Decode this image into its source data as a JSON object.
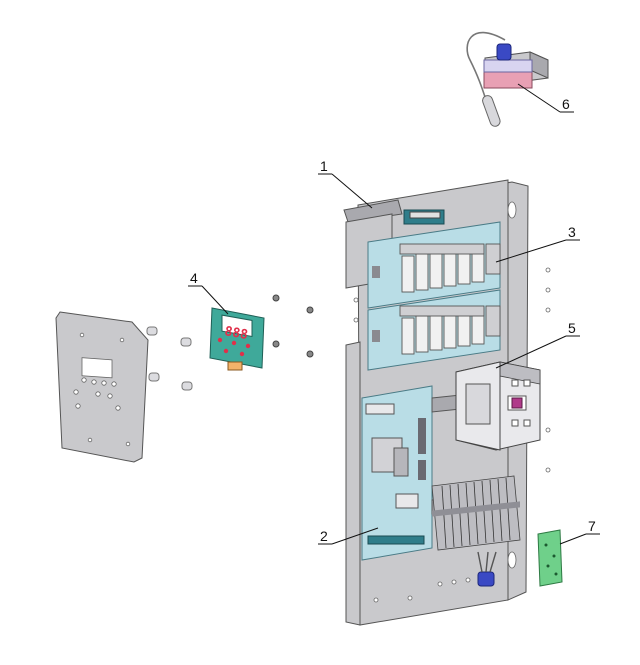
{
  "callouts": [
    {
      "id": "1",
      "label": "1"
    },
    {
      "id": "2",
      "label": "2"
    },
    {
      "id": "3",
      "label": "3"
    },
    {
      "id": "4",
      "label": "4"
    },
    {
      "id": "5",
      "label": "5"
    },
    {
      "id": "6",
      "label": "6"
    },
    {
      "id": "7",
      "label": "7"
    }
  ],
  "display": {
    "digits": "888"
  },
  "colors": {
    "metal": "#c9c9cc",
    "pcb": "#b9dde6",
    "display_pcb": "#3fa99a",
    "green_board": "#6fd08a",
    "thermostat_bulb": "#e8a0b4",
    "thermostat_coil": "#3a49c4",
    "digits": "#e0304a"
  }
}
